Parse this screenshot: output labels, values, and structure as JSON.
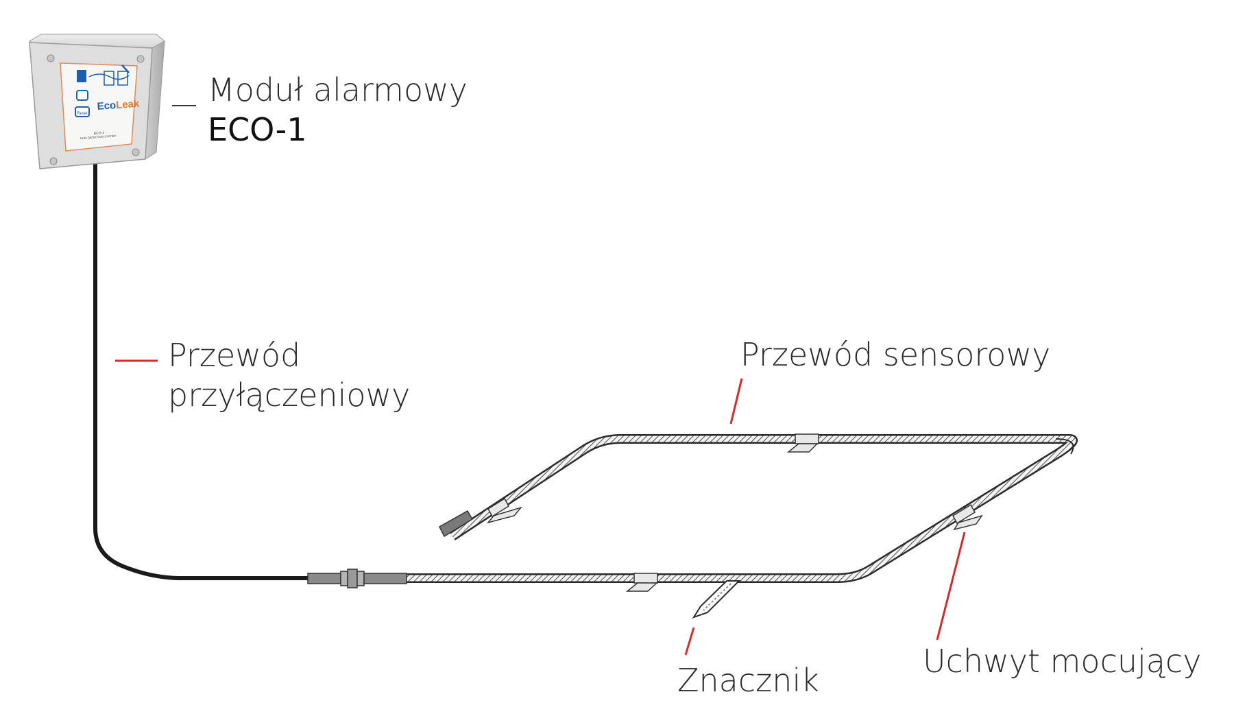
{
  "labels": {
    "module": {
      "line1": "Moduł alarmowy",
      "line2": "ECO-1"
    },
    "connection_cable": {
      "line1": "Przewód",
      "line2": "przyłączeniowy"
    },
    "sensor_cable": "Przewód sensorowy",
    "marker": "Znacznik",
    "mounting_clip": "Uchwyt mocujący"
  },
  "device": {
    "brand_eco": "Eco",
    "brand_leak": "Leak",
    "model": "ECO-1",
    "subtitle": "LEAK DETECTION SYSTEM",
    "reset_label": "Reset"
  },
  "colors": {
    "leader_red": "#d12b2b",
    "leader_dark": "#333333",
    "cable": "#1a1a1a",
    "box": "#dcdcdc",
    "panel_border": "#e08a5a",
    "brand_blue": "#1d5fa8",
    "brand_orange": "#e8772e"
  }
}
